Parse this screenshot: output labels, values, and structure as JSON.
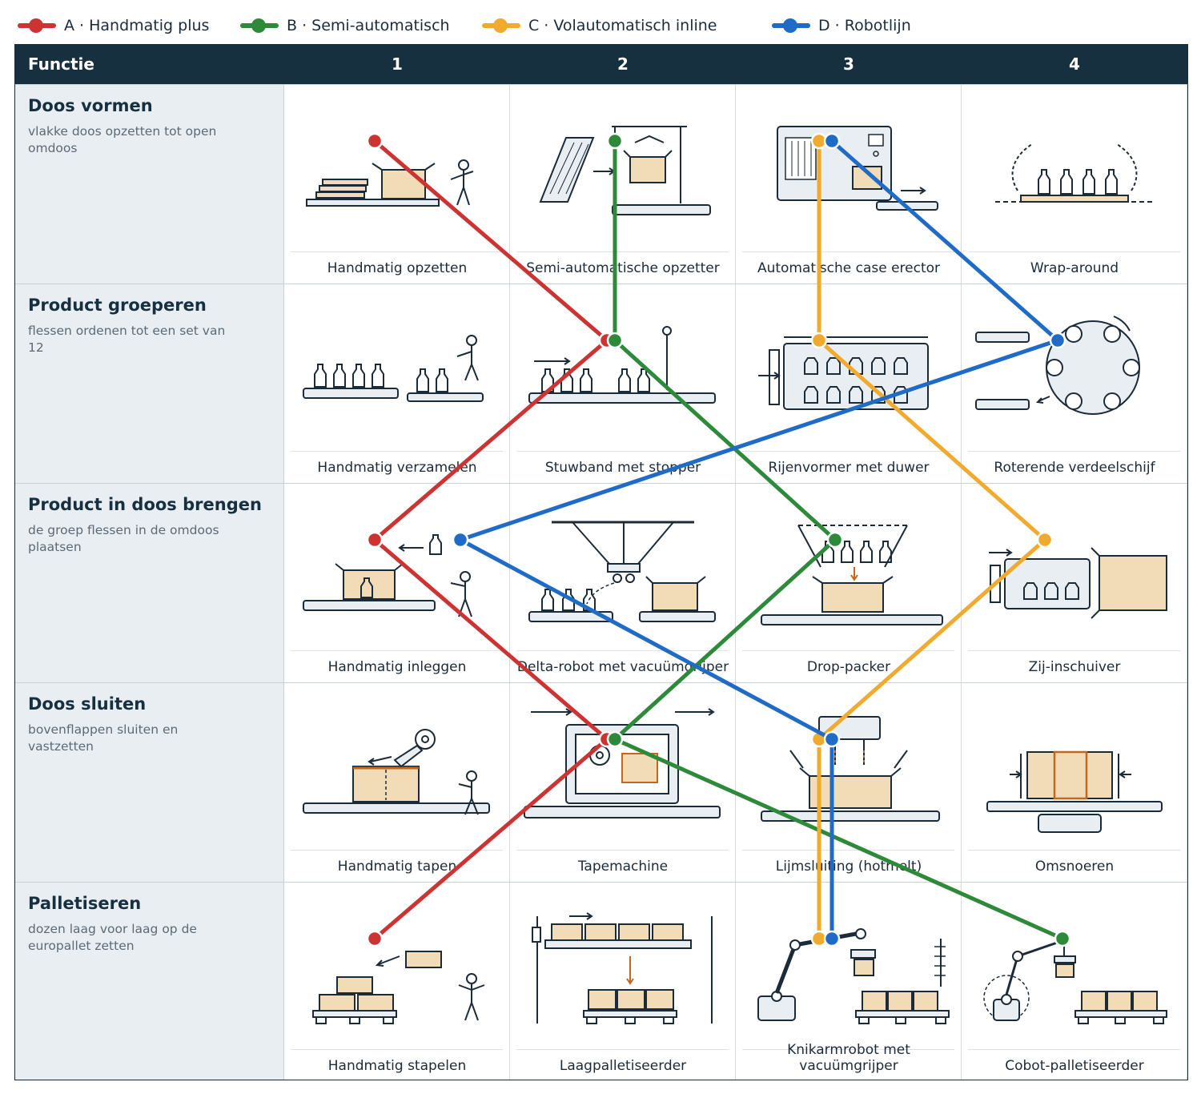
{
  "legend": [
    {
      "label": "A · Handmatig plus",
      "color": "#cc3333"
    },
    {
      "label": "B · Semi-automatisch",
      "color": "#2e8a3a"
    },
    {
      "label": "C · Volautomatisch inline",
      "color": "#f0aa30"
    },
    {
      "label": "D · Robotlijn",
      "color": "#1f6bc6"
    }
  ],
  "header": {
    "function": "Functie",
    "cols": [
      "1",
      "2",
      "3",
      "4"
    ]
  },
  "rows": [
    {
      "title": "Doos vormen",
      "desc": "vlakke doos opzetten tot open omdoos",
      "options": [
        "Handmatig opzetten",
        "Semi-automatische opzetter",
        "Automatische case erector",
        "Wrap-around"
      ]
    },
    {
      "title": "Product groeperen",
      "desc": "flessen ordenen tot een set van 12",
      "options": [
        "Handmatig verzamelen",
        "Stuwband met stopper",
        "Rijenvormer met duwer",
        "Roterende verdeelschijf"
      ]
    },
    {
      "title": "Product in doos brengen",
      "desc": "de groep flessen in de omdoos plaatsen",
      "options": [
        "Handmatig inleggen",
        "Delta-robot met vacuümgrijper",
        "Drop-packer",
        "Zij-inschuiver"
      ]
    },
    {
      "title": "Doos sluiten",
      "desc": "bovenflappen sluiten en vastzetten",
      "options": [
        "Handmatig tapen",
        "Tapemachine",
        "Lijmsluiting (hotmelt)",
        "Omsnoeren"
      ]
    },
    {
      "title": "Palletiseren",
      "desc": "dozen laag voor laag op de europallet zetten",
      "options": [
        "Handmatig stapelen",
        "Laagpalletiseerder",
        "Knikarmrobot met vacuümgrijper",
        "Cobot-palletiseerder"
      ]
    }
  ],
  "concepts": [
    {
      "name": "A",
      "color": "#cc3333",
      "path": [
        1,
        2,
        1,
        2,
        1
      ]
    },
    {
      "name": "B",
      "color": "#2e8a3a",
      "path": [
        2,
        2,
        3,
        2,
        4
      ]
    },
    {
      "name": "C",
      "color": "#f0aa30",
      "path": [
        3,
        3,
        4,
        3,
        3
      ]
    },
    {
      "name": "D",
      "color": "#1f6bc6",
      "path": [
        3,
        4,
        2,
        3,
        3
      ]
    }
  ]
}
